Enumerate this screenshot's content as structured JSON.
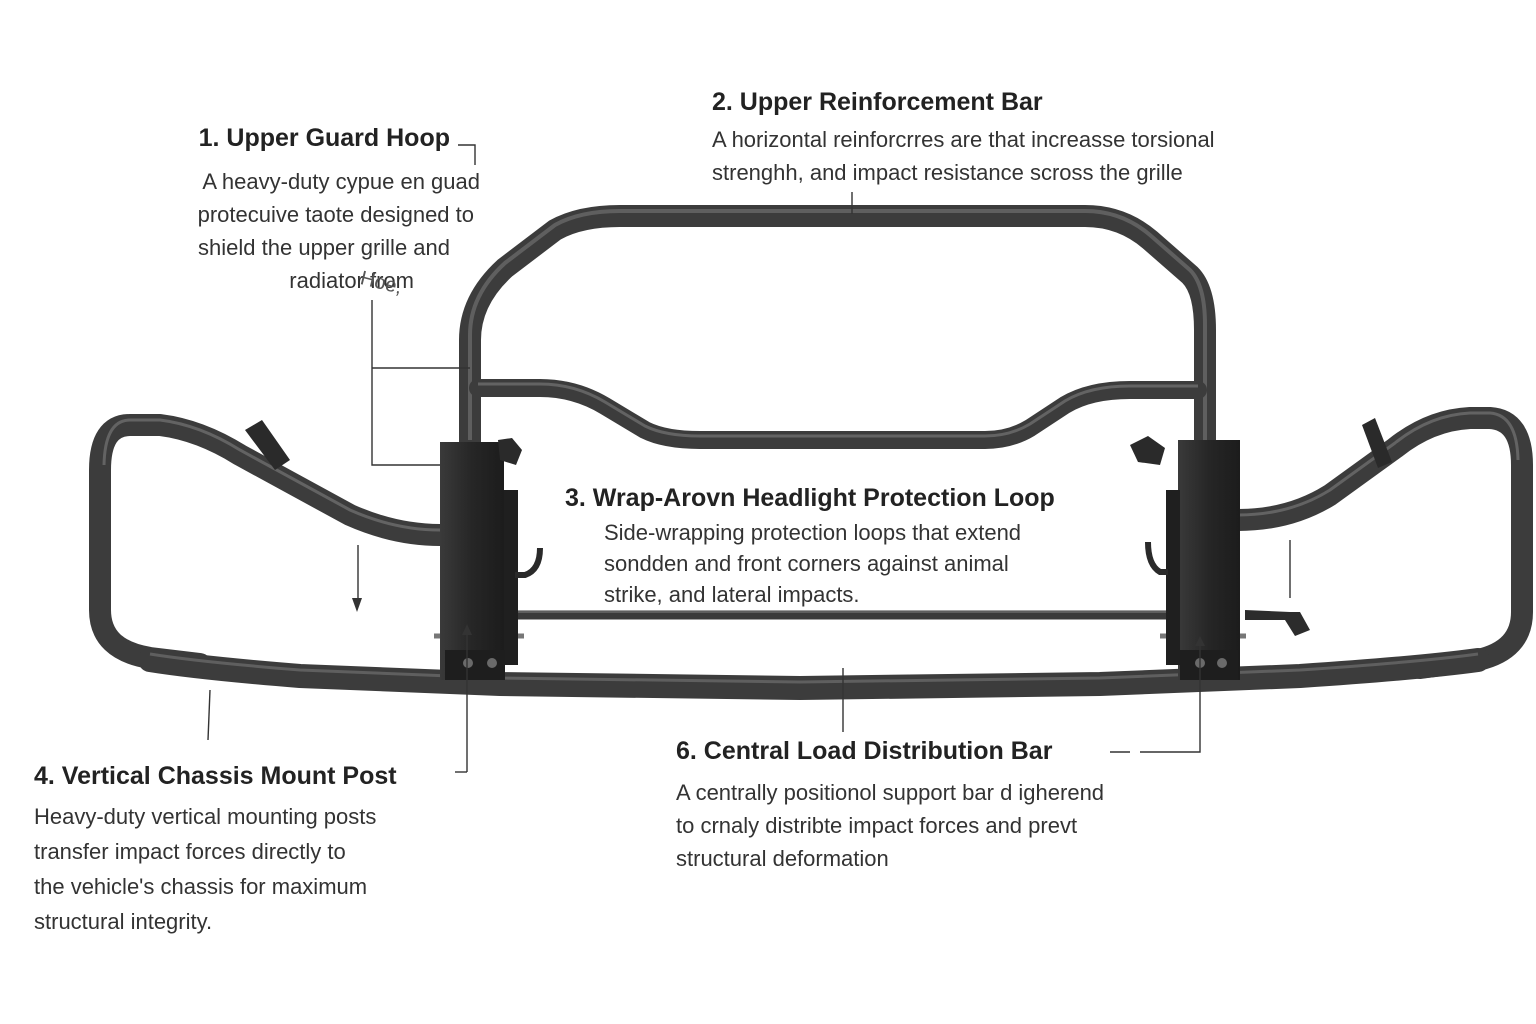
{
  "callouts": [
    {
      "title": "1. Upper Guard Hoop",
      "lines": [
        "A heavy-duty cypue en guad",
        "protecuive taote designed to",
        "shield the upper grille and",
        "radiator from"
      ],
      "trailing": "Hoe,"
    },
    {
      "title": "2. Upper Reinforcement Bar",
      "lines": [
        "A horizontal reinforcrres are that increasse torsional",
        "strenghh, and impact resistance scross the grille"
      ]
    },
    {
      "title": "3. Wrap-Arovn Headlight Protection Loop",
      "lines": [
        "Side-wrapping protection loops that extend",
        "sondden and front corners against animal",
        "strike, and lateral impacts."
      ]
    },
    {
      "title": "4. Vertical Chassis Mount Post",
      "lines": [
        "Heavy-duty vertical mounting posts",
        "transfer impact forces directly to",
        "the vehicle's chassis for maximum",
        "structural integrity."
      ]
    },
    {
      "title": "6. Central Load Distribution Bar",
      "lines": [
        "A centrally positionol  support bar d igherend",
        "to crnaly distribte impact forces and prevt",
        "structural deformation"
      ]
    }
  ],
  "colors": {
    "tube": "#4a4a4a",
    "tube_highlight": "#8a8a8a",
    "bracket": "#2f2f2f",
    "leader": "#333333",
    "text": "#2a2a2a"
  }
}
